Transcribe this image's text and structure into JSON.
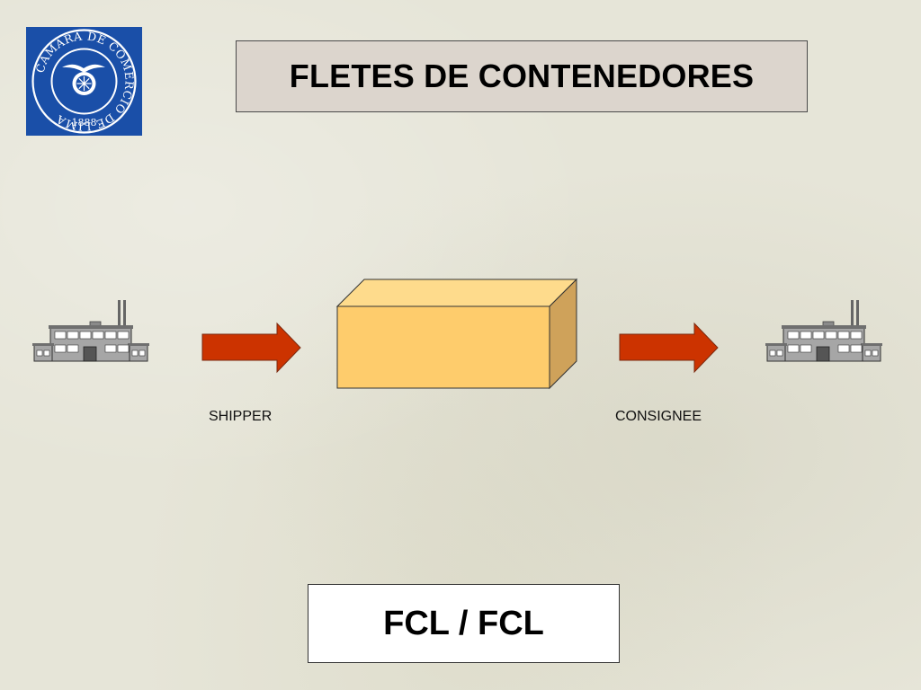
{
  "logo": {
    "icon": "camara-de-comercio-de-lima-seal",
    "ring_text": "CAMARA DE COMERCIO DE LIMA",
    "year": "1888",
    "background_color": "#1a4fa8",
    "ring_color": "#ffffff"
  },
  "title": {
    "text": "FLETES DE CONTENEDORES",
    "background_color": "#dcd5cd"
  },
  "diagram": {
    "left_node": {
      "icon": "factory-icon",
      "label": "SHIPPER"
    },
    "right_node": {
      "icon": "factory-icon",
      "label": "CONSIGNEE"
    },
    "container": {
      "icon": "container-box",
      "front_color": "#fecc6c",
      "top_color": "#fedb8c",
      "side_color": "#cfa25a"
    },
    "arrow_color": "#cc3300"
  },
  "footer": {
    "text": "FCL / FCL"
  }
}
